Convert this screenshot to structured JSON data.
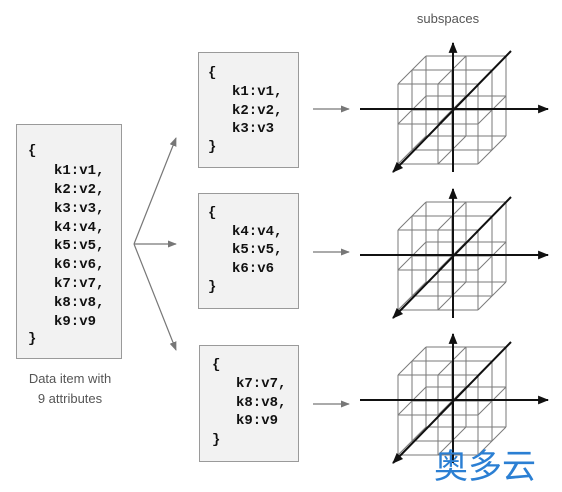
{
  "title": "subspaces",
  "data_item": {
    "open": "{",
    "lines": [
      "k1:v1,",
      "k2:v2,",
      "k3:v3,",
      "k4:v4,",
      "k5:v5,",
      "k6:v6,",
      "k7:v7,",
      "k8:v8,",
      "k9:v9"
    ],
    "close": "}",
    "caption_line1": "Data item with",
    "caption_line2": "9 attributes"
  },
  "subspaces": [
    {
      "open": "{",
      "lines": [
        "k1:v1,",
        "k2:v2,",
        "k3:v3"
      ],
      "close": "}"
    },
    {
      "open": "{",
      "lines": [
        "k4:v4,",
        "k5:v5,",
        "k6:v6"
      ],
      "close": "}"
    },
    {
      "open": "{",
      "lines": [
        "k7:v7,",
        "k8:v8,",
        "k9:v9"
      ],
      "close": "}"
    }
  ],
  "watermark": "奥多云",
  "colors": {
    "box_fill": "#f2f2f2",
    "watermark": "#2b7fd3"
  }
}
